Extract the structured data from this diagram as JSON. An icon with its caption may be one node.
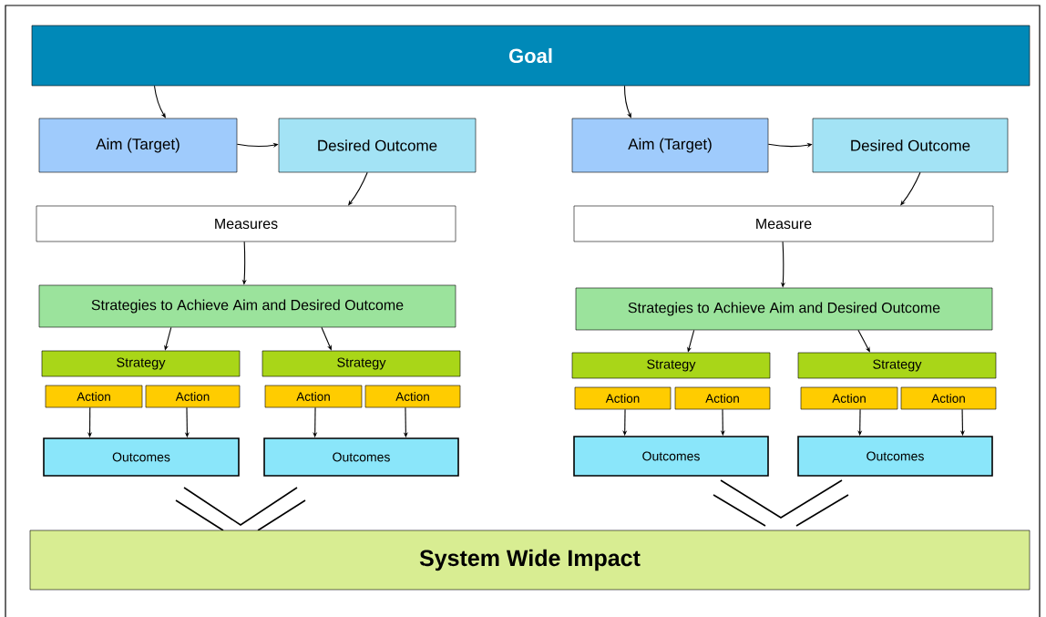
{
  "diagram": {
    "nodes": [
      {
        "text": [
          "Goal"
        ]
      },
      {
        "text": [
          "Aim (Target)"
        ]
      },
      {
        "text": [
          "Desired Outcome"
        ]
      },
      {
        "text": [
          "Measures"
        ]
      },
      {
        "text": [
          "Strategies to Achieve Aim and Desired Outcome"
        ]
      },
      {
        "text": [
          "Strategy"
        ]
      },
      {
        "text": [
          "Strategy"
        ]
      },
      {
        "text": [
          "Action"
        ]
      },
      {
        "text": [
          "Action"
        ]
      },
      {
        "text": [
          "Action"
        ]
      },
      {
        "text": [
          "Action"
        ]
      },
      {
        "text": [
          "Outcomes"
        ]
      },
      {
        "text": [
          "Outcomes"
        ]
      },
      {
        "text": [
          "Aim (Target)"
        ]
      },
      {
        "text": [
          "Desired Outcome"
        ]
      },
      {
        "text": [
          "Measure"
        ]
      },
      {
        "text": [
          "Strategies to Achieve Aim and Desired Outcome"
        ]
      },
      {
        "text": [
          "Strategy"
        ]
      },
      {
        "text": [
          "Strategy"
        ]
      },
      {
        "text": [
          "Action"
        ]
      },
      {
        "text": [
          "Action"
        ]
      },
      {
        "text": [
          "Action"
        ]
      },
      {
        "text": [
          "Action"
        ]
      },
      {
        "text": [
          "Outcomes"
        ]
      },
      {
        "text": [
          "Outcomes"
        ]
      },
      {
        "text": [
          "System Wide Impact"
        ]
      }
    ],
    "edges": [
      {
        "from": 0,
        "to": 1,
        "arrow": "to"
      },
      {
        "from": 1,
        "to": 2,
        "arrow": "to"
      },
      {
        "from": 2,
        "to": 3,
        "arrow": "to"
      },
      {
        "from": 3,
        "to": 4,
        "arrow": "to"
      },
      {
        "from": 4,
        "to": 5,
        "arrow": "to"
      },
      {
        "from": 4,
        "to": 6,
        "arrow": "to"
      },
      {
        "from": 7,
        "to": 11,
        "arrow": "to"
      },
      {
        "from": 8,
        "to": 11,
        "arrow": "to"
      },
      {
        "from": 9,
        "to": 12,
        "arrow": "to"
      },
      {
        "from": 10,
        "to": 12,
        "arrow": "to"
      },
      {
        "from": 0,
        "to": 13,
        "arrow": "to"
      },
      {
        "from": 13,
        "to": 14,
        "arrow": "to"
      },
      {
        "from": 14,
        "to": 15,
        "arrow": "to"
      },
      {
        "from": 15,
        "to": 16,
        "arrow": "to"
      },
      {
        "from": 16,
        "to": 17,
        "arrow": "to"
      },
      {
        "from": 16,
        "to": 18,
        "arrow": "to"
      },
      {
        "from": 19,
        "to": 23,
        "arrow": "to"
      },
      {
        "from": 20,
        "to": 23,
        "arrow": "to"
      },
      {
        "from": 21,
        "to": 24,
        "arrow": "to"
      },
      {
        "from": 22,
        "to": 24,
        "arrow": "to"
      }
    ]
  }
}
